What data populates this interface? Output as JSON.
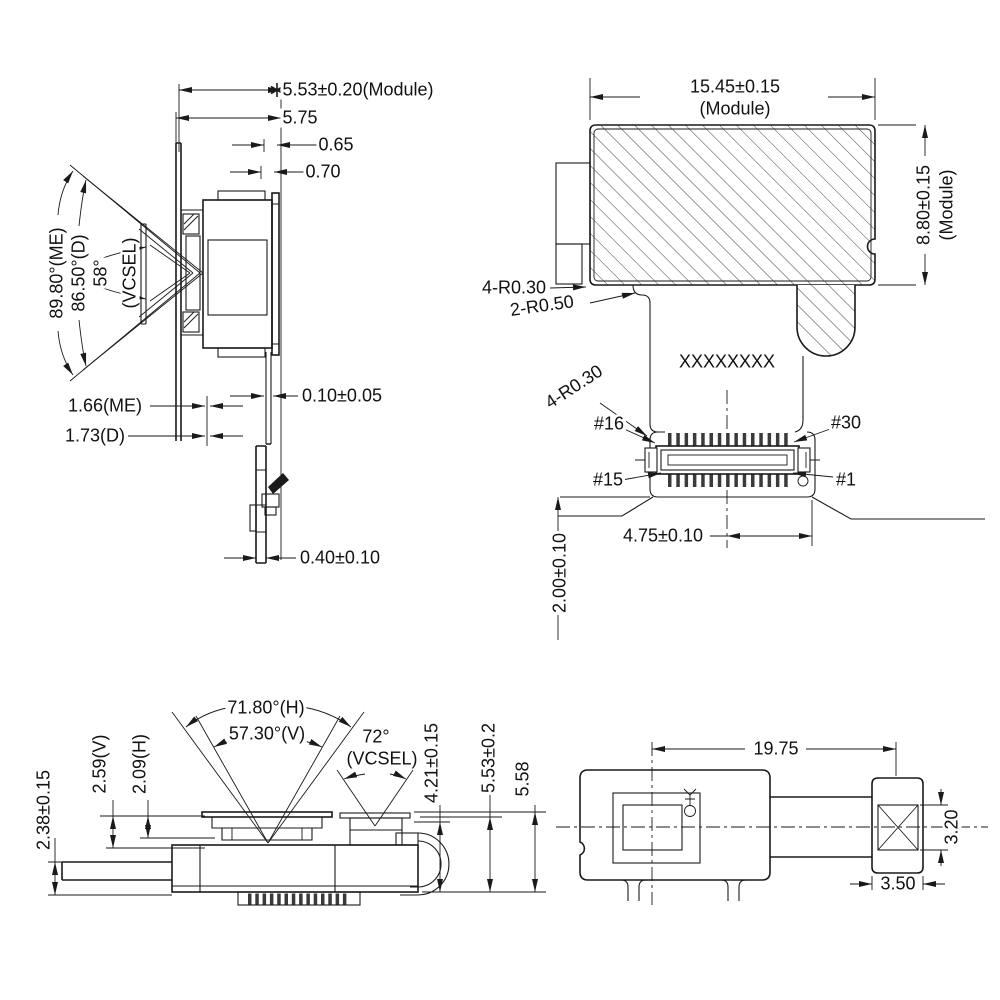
{
  "drawing": {
    "bg": "#ffffff",
    "line_color": "#1a1a1a"
  },
  "side_view": {
    "dim_module_thickness": "5.53±0.20(Module)",
    "dim_575": "5.75",
    "dim_065": "0.65",
    "dim_070": "0.70",
    "angle_me": "89.80°(ME)",
    "angle_d": "86.50°(D)",
    "angle_vcsel": "58°",
    "angle_vcsel_label": "(VCSEL)",
    "dim_166": "1.66(ME)",
    "dim_173": "1.73(D)",
    "dim_010": "0.10±0.05",
    "dim_040": "0.40±0.10"
  },
  "top_view": {
    "dim_width_line1": "15.45±0.15",
    "dim_width_line2": "(Module)",
    "dim_height_line1": "8.80±0.15",
    "dim_height_line2": "(Module)",
    "radius_corners": "4-R0.30",
    "radius_flex": "2-R0.50",
    "radius_pocket": "4-R0.30",
    "part_marking": "XXXXXXXX",
    "pin_16": "#16",
    "pin_30": "#30",
    "pin_15": "#15",
    "pin_1": "#1",
    "dim_connector": "4.75±0.10",
    "dim_depth": "2.00±0.10"
  },
  "front_view": {
    "angle_h": "71.80°(H)",
    "angle_v": "57.30°(V)",
    "angle_vcsel": "72°",
    "angle_vcsel_label": "(VCSEL)",
    "dim_238": "2.38±0.15",
    "dim_259": "2.59(V)",
    "dim_209": "2.09(H)",
    "dim_421": "4.21±0.15",
    "dim_553": "5.53±0.2",
    "dim_558": "5.58"
  },
  "bottom_view": {
    "dim_length": "19.75",
    "dim_pad_h": "3.20",
    "dim_pad_w": "3.50"
  }
}
